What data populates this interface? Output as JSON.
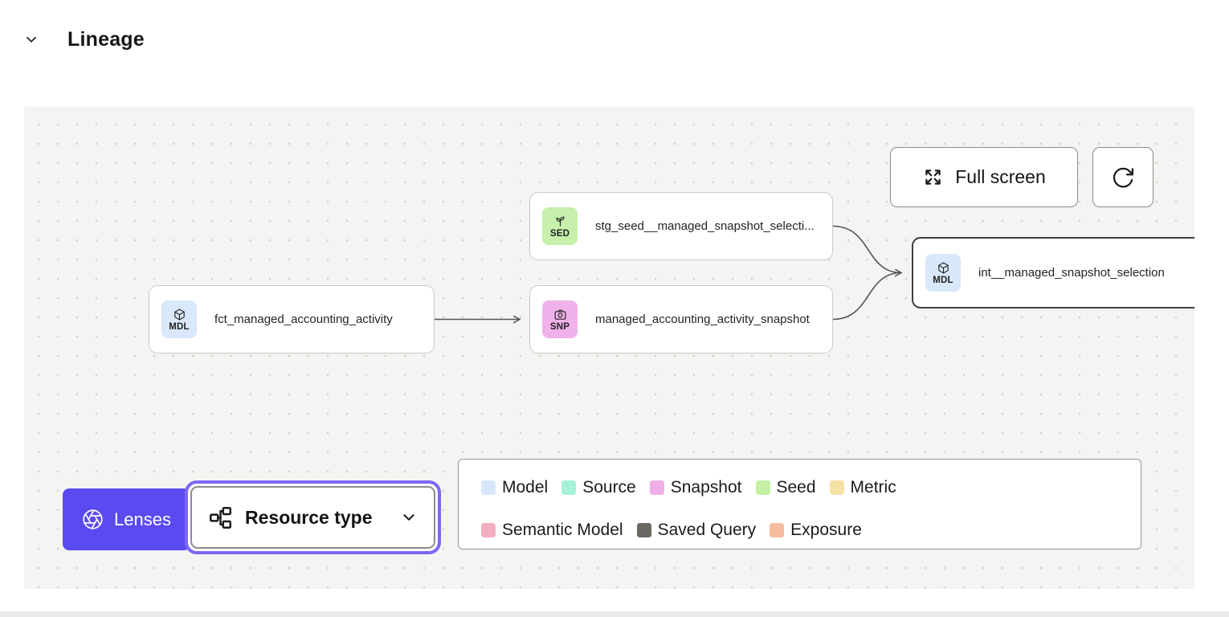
{
  "header": {
    "title": "Lineage"
  },
  "canvas": {
    "toolbar": {
      "full_screen_label": "Full screen",
      "refresh_icon": "refresh-icon"
    },
    "nodes": [
      {
        "badge": "MDL",
        "type": "Model",
        "label": "fct_managed_accounting_activity",
        "badge_color": "#d9e8fa",
        "selected": false
      },
      {
        "badge": "SED",
        "type": "Seed",
        "label": "stg_seed__managed_snapshot_selecti...",
        "badge_color": "#c6f0ac",
        "selected": false
      },
      {
        "badge": "SNP",
        "type": "Snapshot",
        "label": "managed_accounting_activity_snapshot",
        "badge_color": "#f1b2eb",
        "selected": false
      },
      {
        "badge": "MDL",
        "type": "Model",
        "label": "int__managed_snapshot_selection",
        "badge_color": "#d9e8fa",
        "selected": true
      }
    ],
    "edges": [
      {
        "from": "fct_managed_accounting_activity",
        "to": "managed_accounting_activity_snapshot"
      },
      {
        "from": "stg_seed__managed_snapshot_selecti...",
        "to": "int__managed_snapshot_selection"
      },
      {
        "from": "managed_accounting_activity_snapshot",
        "to": "int__managed_snapshot_selection"
      }
    ]
  },
  "controls": {
    "lenses_label": "Lenses",
    "resource_type_label": "Resource type"
  },
  "legend": {
    "rows": [
      [
        {
          "label": "Model",
          "color": "#d7e7fb"
        },
        {
          "label": "Source",
          "color": "#a5f2d7"
        },
        {
          "label": "Snapshot",
          "color": "#f0aee9"
        },
        {
          "label": "Seed",
          "color": "#c4f0a5"
        },
        {
          "label": "Metric",
          "color": "#f5e1a4"
        }
      ],
      [
        {
          "label": "Semantic Model",
          "color": "#f2afbf"
        },
        {
          "label": "Saved Query",
          "color": "#6b6762"
        },
        {
          "label": "Exposure",
          "color": "#f5bd9e"
        }
      ]
    ]
  },
  "colors": {
    "accent_purple": "#5b4af0",
    "dropdown_ring_purple": "#7c68f6",
    "canvas_background": "#f4f4f2",
    "edge_color": "#52525a",
    "selected_node_border": "#403f3d"
  }
}
